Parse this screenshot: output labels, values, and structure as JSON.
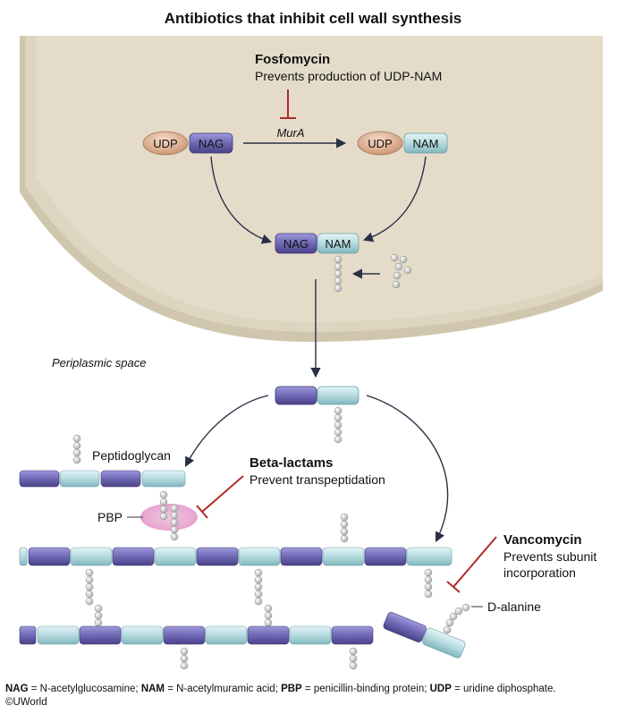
{
  "title": "Antibiotics that inhibit cell wall synthesis",
  "fosfomycin": {
    "name": "Fosfomycin",
    "action": "Prevents production of UDP-NAM"
  },
  "enzyme": "MurA",
  "molecules": {
    "udp": "UDP",
    "nag": "NAG",
    "nam": "NAM"
  },
  "periplasmic_label": "Periplasmic space",
  "peptidoglycan_label": "Peptidoglycan",
  "pbp_label": "PBP",
  "beta_lactams": {
    "name": "Beta-lactams",
    "action": "Prevent transpeptidation"
  },
  "vancomycin": {
    "name": "Vancomycin",
    "action_line1": "Prevents subunit",
    "action_line2": "incorporation"
  },
  "d_alanine_label": "D-alanine",
  "footnote": {
    "items": [
      {
        "abbr": "NAG",
        "text": " = N-acetylglucosamine; "
      },
      {
        "abbr": "NAM",
        "text": " = N-acetylmuramic acid; "
      },
      {
        "abbr": "PBP",
        "text": " = penicillin-binding protein; "
      },
      {
        "abbr": "UDP",
        "text": " = uridine diphosphate."
      }
    ],
    "copyright": "©UWorld"
  },
  "colors": {
    "cell": "#e4dcc9",
    "nag": "#6f68b5",
    "nam": "#b5dbe0",
    "udp": "#e2b79a",
    "inhibitor": "#b22a2a",
    "arrow": "#2b2f45",
    "pbp": "#eeb6d8"
  }
}
